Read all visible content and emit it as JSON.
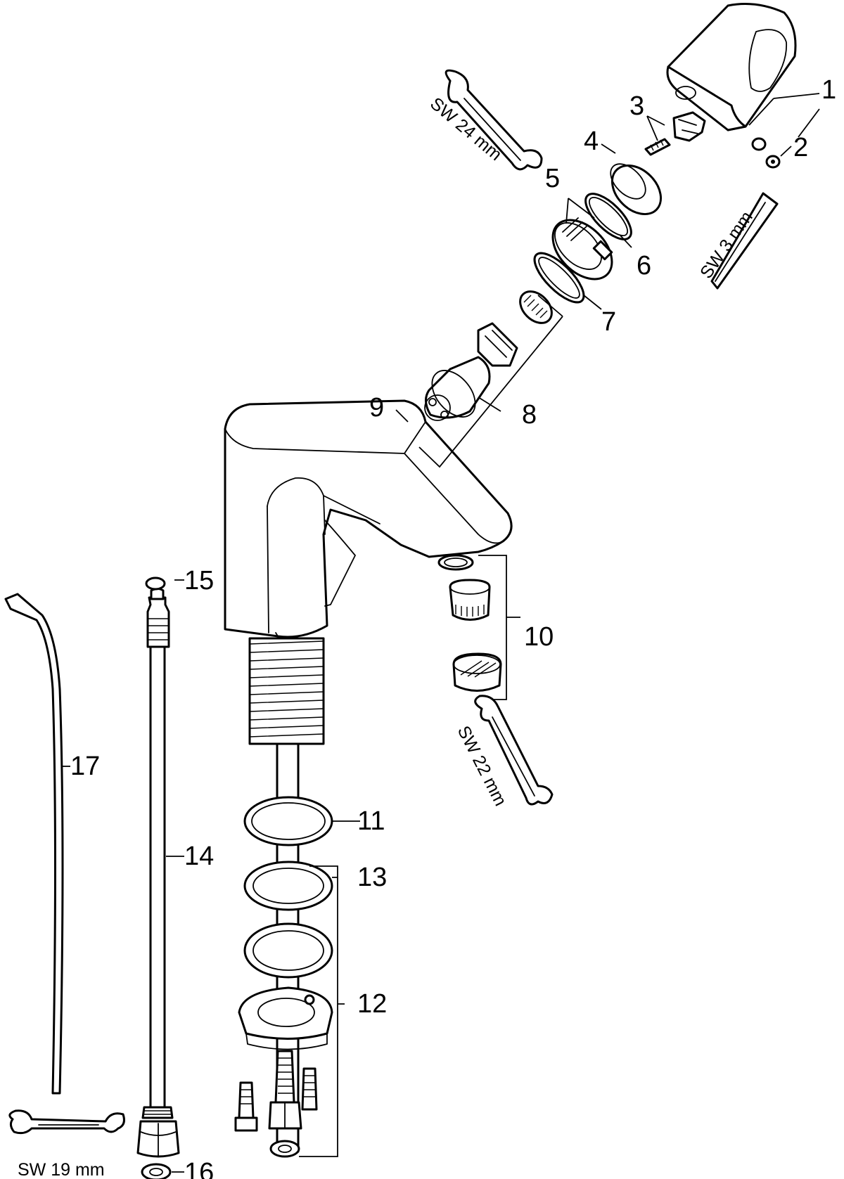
{
  "diagram": {
    "callouts": {
      "c1": "1",
      "c2": "2",
      "c3": "3",
      "c4": "4",
      "c5": "5",
      "c6": "6",
      "c7": "7",
      "c8": "8",
      "c9": "9",
      "c10": "10",
      "c11": "11",
      "c12": "12",
      "c13": "13",
      "c14": "14",
      "c15": "15",
      "c16": "16",
      "c17": "17"
    },
    "tools": {
      "wrench_24": "SW 24 mm",
      "hex_key_3": "SW 3 mm",
      "wrench_22": "SW 22 mm",
      "wrench_19": "SW 19 mm"
    },
    "colors": {
      "line": "#000000",
      "background": "#ffffff"
    }
  }
}
